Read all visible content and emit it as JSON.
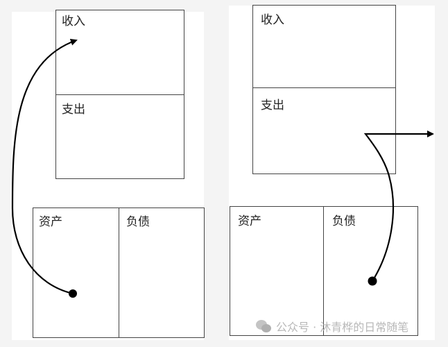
{
  "left_diagram": {
    "income_label": "收入",
    "expense_label": "支出",
    "assets_label": "资产",
    "liabilities_label": "负债"
  },
  "right_diagram": {
    "income_label": "收入",
    "expense_label": "支出",
    "assets_label": "资产",
    "liabilities_label": "负债"
  },
  "watermark": {
    "text": "公众号 · 沐青桦的日常随笔",
    "icon": "wechat-icon"
  }
}
